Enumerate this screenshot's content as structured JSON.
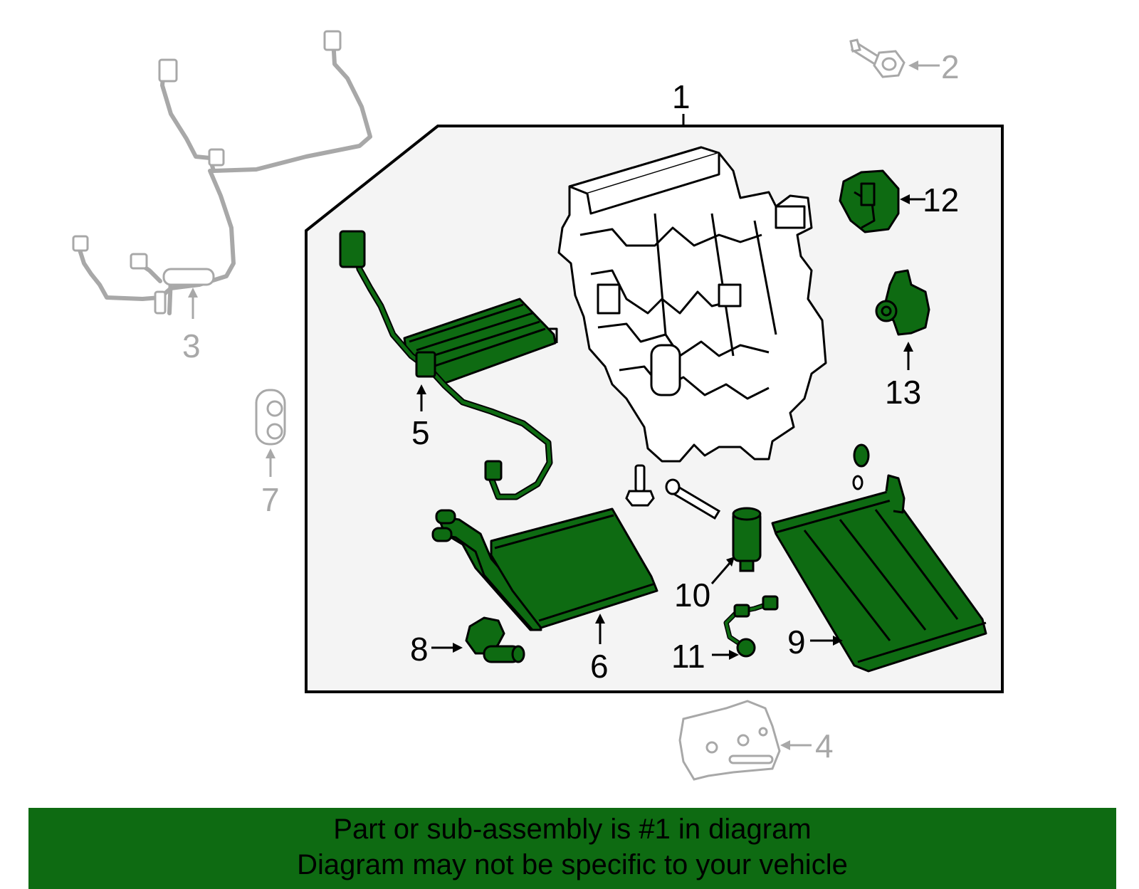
{
  "callouts": {
    "c1": "1",
    "c2": "2",
    "c3": "3",
    "c4": "4",
    "c5": "5",
    "c6": "6",
    "c7": "7",
    "c8": "8",
    "c9": "9",
    "c10": "10",
    "c11": "11",
    "c12": "12",
    "c13": "13"
  },
  "banner": {
    "line1": "Part or sub-assembly is #1 in diagram",
    "line2": "Diagram may not be specific to your vehicle"
  },
  "colors": {
    "highlight": "#0e6b12",
    "outline": "#000000",
    "faded": "#a8a8a8",
    "panel": "#f4f4f4"
  }
}
